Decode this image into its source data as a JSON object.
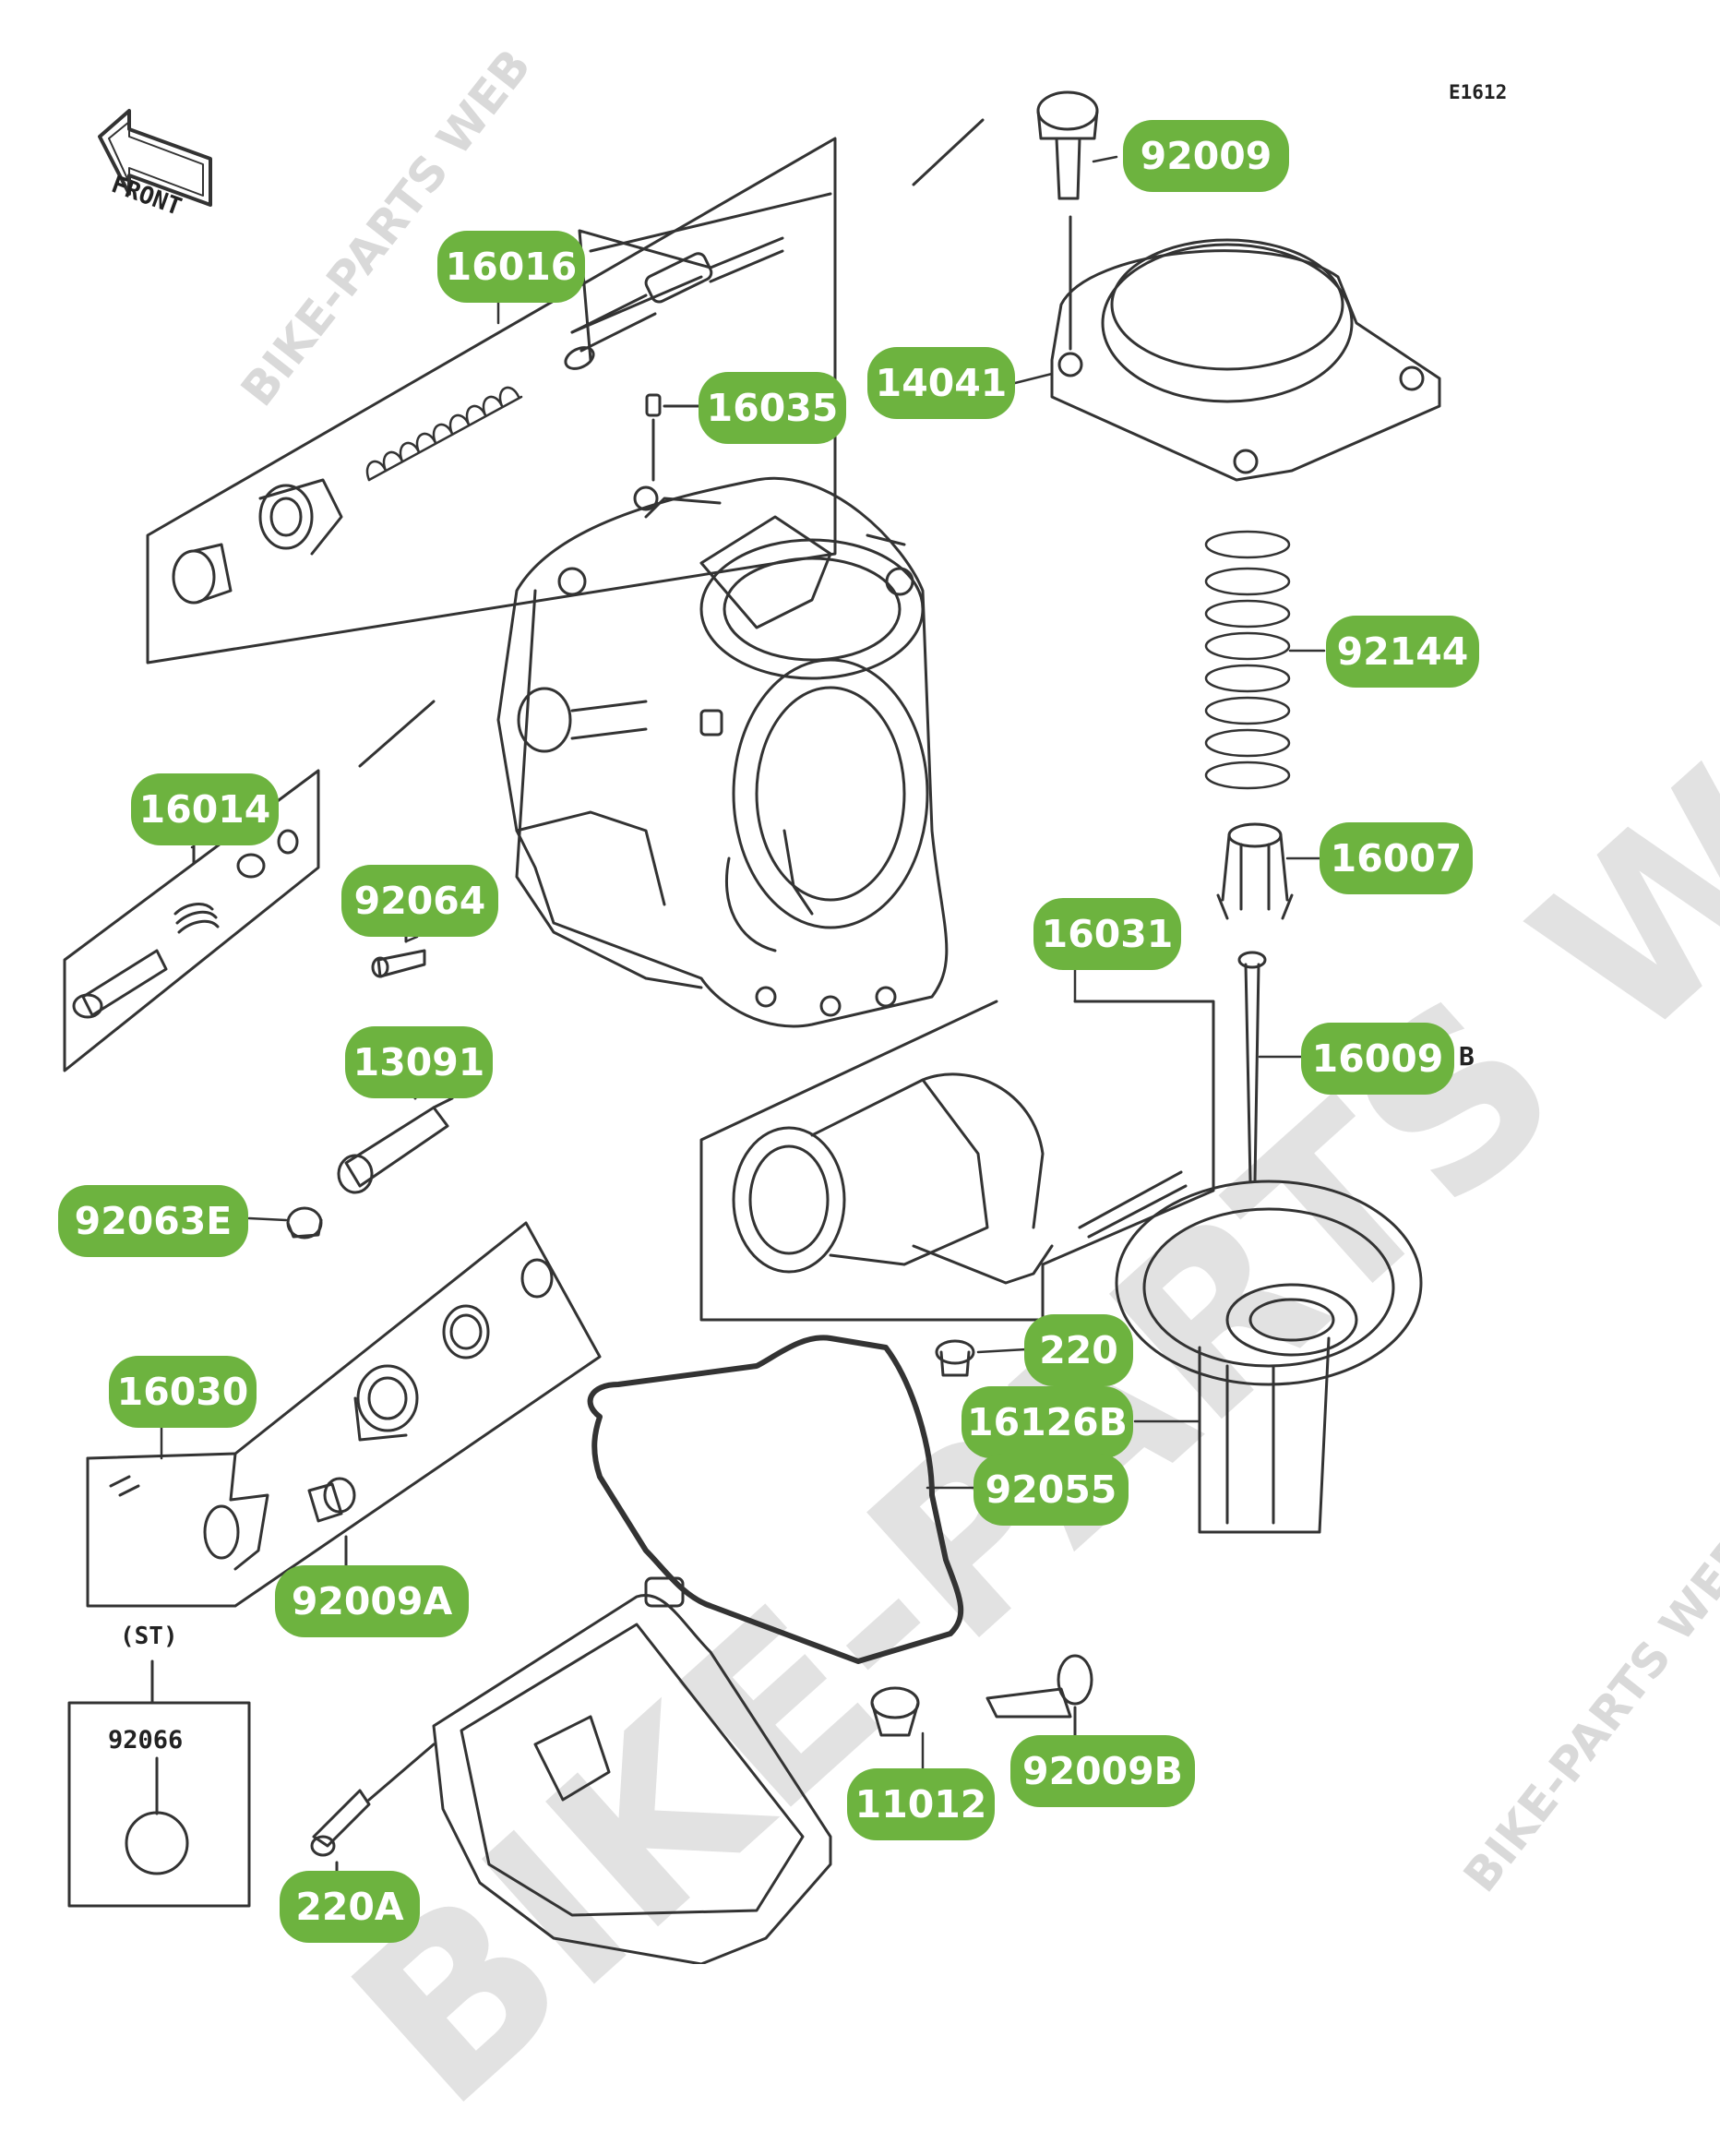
{
  "diagram": {
    "code": "E1612",
    "front_label": "FRONT",
    "st_label": "(ST)",
    "st_part": "92066",
    "stray_letter": "B",
    "watermark": "BIKE-PARTS WEB"
  },
  "callouts": [
    "92009",
    "16016",
    "14041",
    "16035",
    "92144",
    "16014",
    "92064",
    "16007",
    "16031",
    "16009",
    "13091",
    "92063E",
    "220",
    "16030",
    "16126B",
    "92055",
    "92009A",
    "92009B",
    "11012",
    "220A"
  ],
  "colors": {
    "callout_bg": "#6db33f",
    "callout_text": "#ffffff",
    "line_art": "#333333",
    "watermark": "#d9d9d9"
  }
}
